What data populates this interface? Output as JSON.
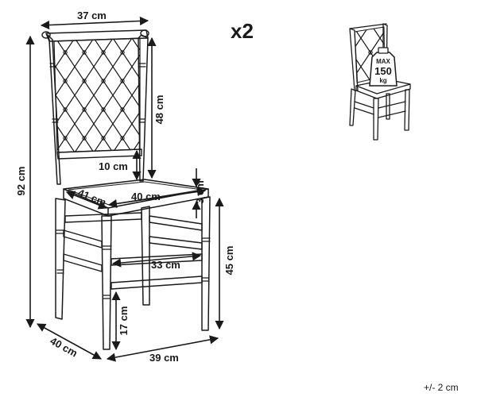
{
  "dimensions": {
    "back_width": "37 cm",
    "total_height": "92 cm",
    "back_height": "48 cm",
    "backrest_gap": "10 cm",
    "seat_thickness": "3 cm",
    "seat_depth": "41 cm",
    "seat_width": "40 cm",
    "stretcher_width": "33 cm",
    "seat_height": "45 cm",
    "stretcher_height": "17 cm",
    "base_depth": "40 cm",
    "base_width": "39 cm"
  },
  "quantity": "x2",
  "load_badge": {
    "line1": "MAX",
    "line2": "150",
    "line3": "kg"
  },
  "tolerance": "+/- 2 cm",
  "colors": {
    "line": "#1a1a1a",
    "background": "#ffffff"
  }
}
